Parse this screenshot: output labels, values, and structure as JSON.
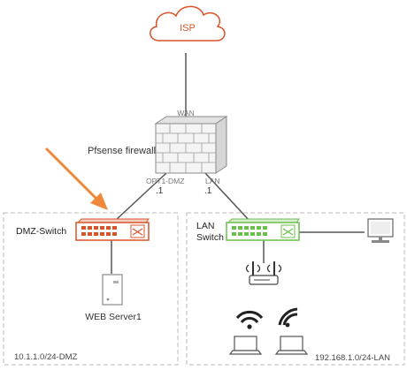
{
  "isp": {
    "label": "ISP"
  },
  "firewall": {
    "name": "Pfsense firewall",
    "wan_label": "WAN",
    "opt1_label": "OPT1-DMZ",
    "opt1_ip": ".1",
    "lan_label": "LAN",
    "lan_ip": ".1"
  },
  "dmz": {
    "switch_label": "DMZ-Switch",
    "server_label": "WEB Server1",
    "subnet": "10.1.1.0/24-DMZ"
  },
  "lan": {
    "switch_label_line1": "LAN",
    "switch_label_line2": "Switch",
    "subnet": "192.168.1.0/24-LAN"
  },
  "colors": {
    "isp_cloud": "#d9532a",
    "dmz_switch": "#d9532a",
    "lan_switch": "#6abf4b",
    "arrow": "#f0883a",
    "zone_border": "#b8b8b8",
    "link": "#555555"
  },
  "icons": [
    "cloud-icon",
    "firewall-icon",
    "switch-icon",
    "server-icon",
    "router-icon",
    "desktop-icon",
    "laptop-icon",
    "wifi-icon",
    "arrow-icon"
  ]
}
